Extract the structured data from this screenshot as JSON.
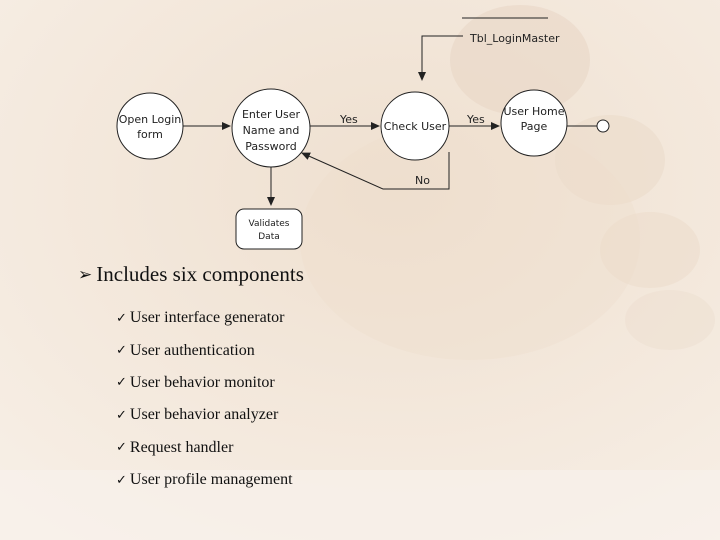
{
  "diagram": {
    "table_label": "Tbl_LoginMaster",
    "nodes": {
      "open_login": [
        "Open Login",
        "form"
      ],
      "enter_user": [
        "Enter User",
        "Name and",
        "Password"
      ],
      "check_user": [
        "Check User"
      ],
      "user_home": [
        "User Home",
        "Page"
      ],
      "validates": [
        "Validates",
        "Data"
      ]
    },
    "edge_labels": {
      "yes_to_check": "Yes",
      "yes_to_home": "Yes",
      "no_back": "No"
    }
  },
  "heading": {
    "bullet_icon": "arrow-bullet-icon",
    "text": "Includes six components"
  },
  "items": [
    "User interface generator",
    "User authentication",
    "User behavior monitor",
    "User behavior analyzer",
    "Request handler",
    "User profile management"
  ],
  "colors": {
    "background": "#f4e9dd",
    "shape_fill": "#ffffff",
    "stroke": "#222222"
  }
}
